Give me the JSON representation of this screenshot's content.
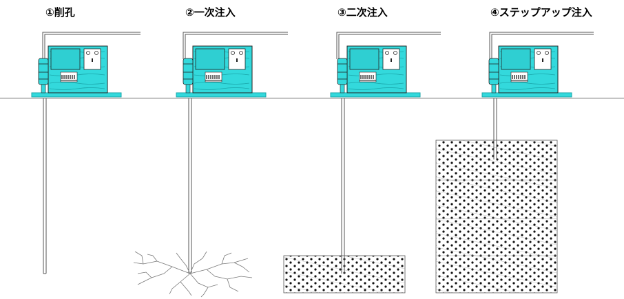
{
  "steps": [
    {
      "title": "①削孔"
    },
    {
      "title": "②一次注入"
    },
    {
      "title": "③二次注入"
    },
    {
      "title": "④ステップアップ注入"
    }
  ],
  "colors": {
    "machine": "#33d9dc",
    "machine_dark": "#1aa6aa",
    "line": "#555555",
    "ground": "#888888",
    "panel": "#ffffff"
  },
  "icons": [
    "grout-pump-machine",
    "injection-pipe",
    "crack-pattern",
    "dot-hatch"
  ]
}
